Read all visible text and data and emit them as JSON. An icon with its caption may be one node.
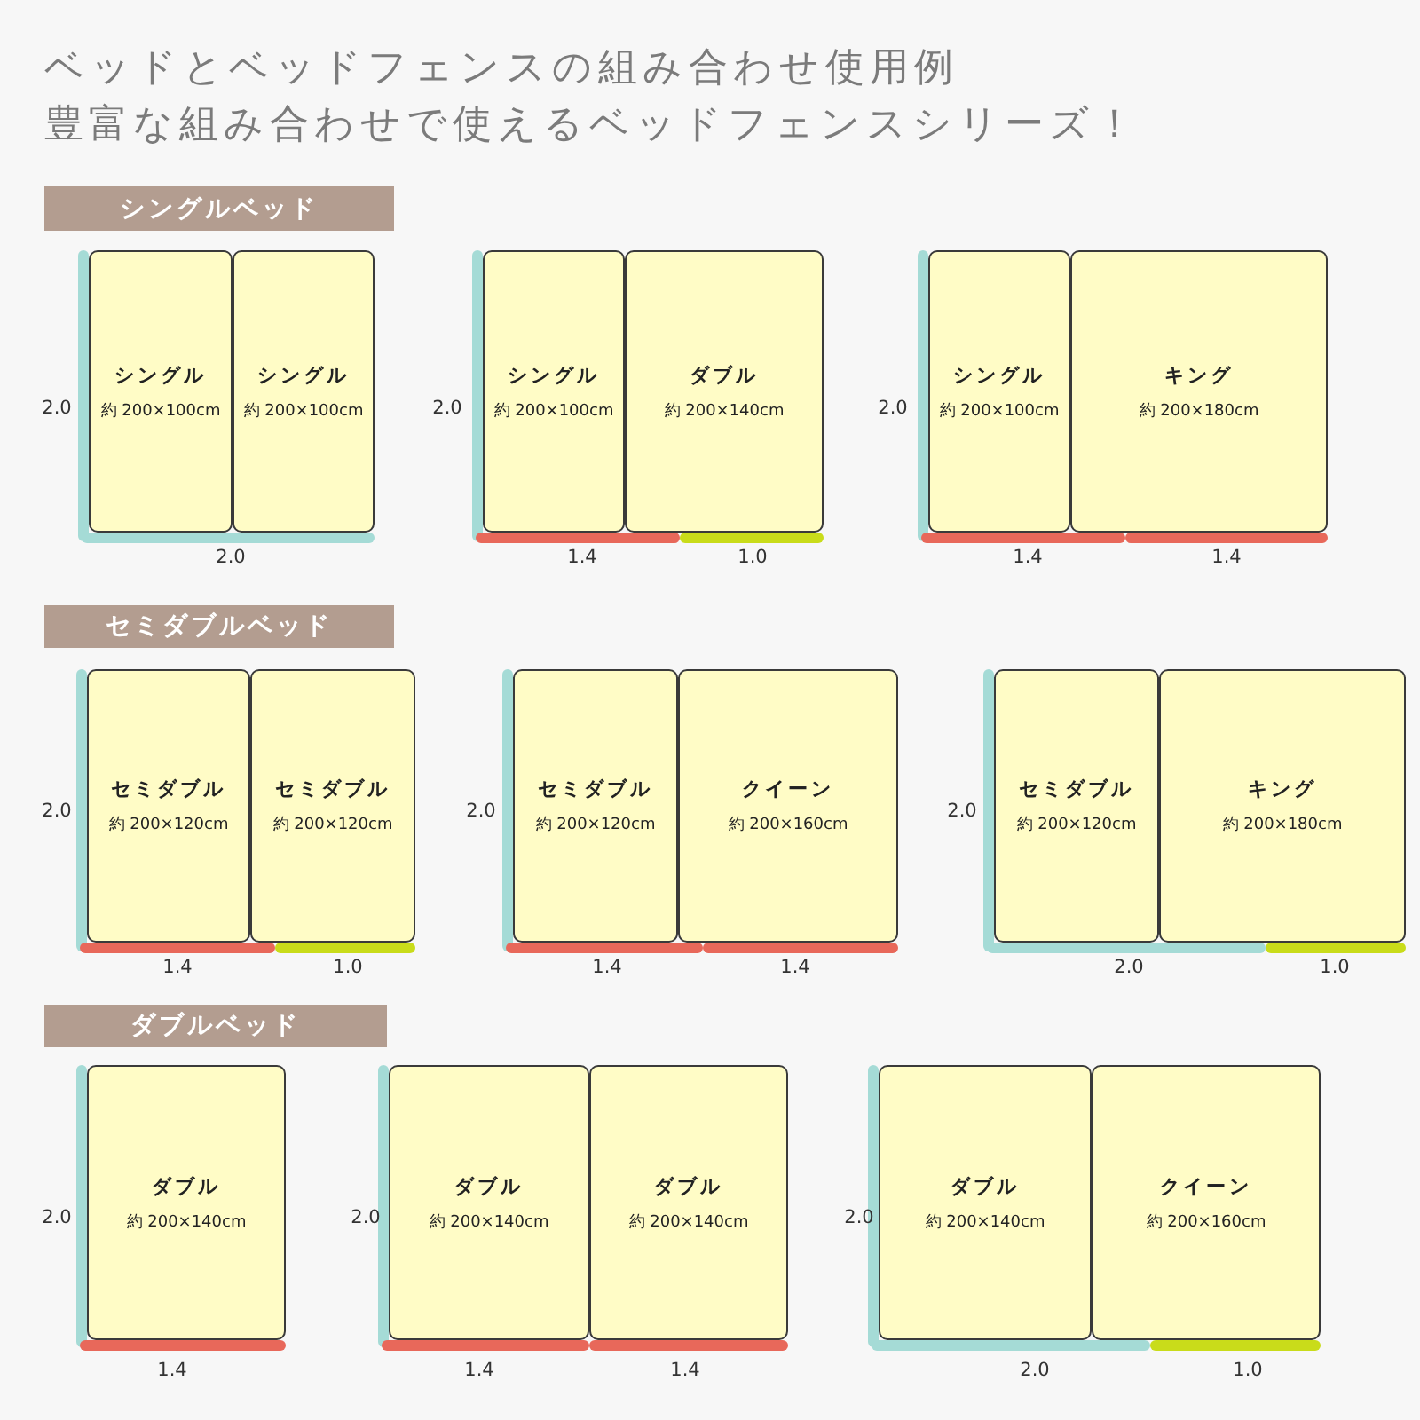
{
  "diagram": {
    "title": "ベッドとベッドフェンスの組み合わせ使用例",
    "nodes": [
      {
        "text": [
          "シングルベッド"
        ]
      },
      {
        "text": [
          "シングル",
          "約 200×100cm"
        ]
      },
      {
        "text": [
          "シングル",
          "約 200×100cm"
        ]
      },
      {
        "text": [
          "シングル",
          "約 200×100cm"
        ]
      },
      {
        "text": [
          "ダブル",
          "約 200×140cm"
        ]
      },
      {
        "text": [
          "シングル",
          "約 200×100cm"
        ]
      },
      {
        "text": [
          "キング",
          "約 200×180cm"
        ]
      },
      {
        "text": [
          "セミダブルベッド"
        ]
      },
      {
        "text": [
          "セミダブル",
          "約 200×120cm"
        ]
      },
      {
        "text": [
          "セミダブル",
          "約 200×120cm"
        ]
      },
      {
        "text": [
          "セミダブル",
          "約 200×120cm"
        ]
      },
      {
        "text": [
          "クイーン",
          "約 200×160cm"
        ]
      },
      {
        "text": [
          "セミダブル",
          "約 200×120cm"
        ]
      },
      {
        "text": [
          "キング",
          "約 200×180cm"
        ]
      },
      {
        "text": [
          "ダブルベッド"
        ]
      },
      {
        "text": [
          "ダブル",
          "約 200×140cm"
        ]
      },
      {
        "text": [
          "ダブル",
          "約 200×140cm"
        ]
      },
      {
        "text": [
          "ダブル",
          "約 200×140cm"
        ]
      },
      {
        "text": [
          "ダブル",
          "約 200×140cm"
        ]
      },
      {
        "text": [
          "クイーン",
          "約 200×160cm"
        ]
      }
    ],
    "labels": [
      "豊富な組み合わせで使えるベッドフェンスシリーズ！",
      "2.0",
      "2.0",
      "2.0",
      "1.4",
      "1.0",
      "2.0",
      "1.4",
      "1.4",
      "2.0",
      "1.4",
      "1.0",
      "2.0",
      "1.4",
      "1.4",
      "2.0",
      "2.0",
      "1.0",
      "2.0",
      "1.4",
      "2.0",
      "1.4",
      "1.4",
      "2.0",
      "2.0",
      "1.0"
    ]
  }
}
